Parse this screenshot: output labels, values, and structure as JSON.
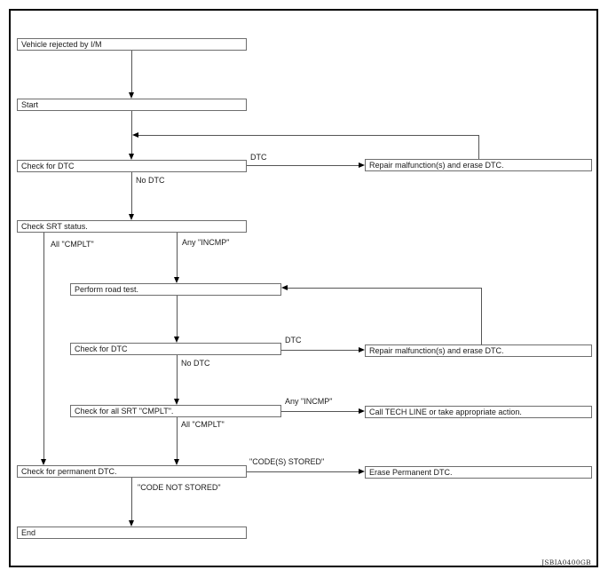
{
  "diagram": {
    "figure_code": "JSBIA0400GB",
    "colors": {
      "ink": "#000000",
      "box_border": "#6e6e6e",
      "line": "#555555",
      "background": "#ffffff"
    },
    "nodes": {
      "vehicle_rejected": {
        "label": "Vehicle rejected by I/M"
      },
      "start": {
        "label": "Start"
      },
      "check_dtc_1": {
        "label": "Check for DTC"
      },
      "check_srt": {
        "label": "Check SRT status."
      },
      "perform_road_test": {
        "label": "Perform road test."
      },
      "check_dtc_2": {
        "label": "Check for DTC"
      },
      "check_all_srt": {
        "label": "Check for all SRT \"CMPLT\"."
      },
      "check_permanent": {
        "label": "Check for permanent DTC."
      },
      "end": {
        "label": "End"
      },
      "repair_1": {
        "label": "Repair malfunction(s) and erase DTC."
      },
      "repair_2": {
        "label": "Repair malfunction(s) and erase DTC."
      },
      "call_tech_line": {
        "label": "Call TECH LINE or take appropriate action."
      },
      "erase_permanent": {
        "label": "Erase Permanent DTC."
      }
    },
    "edge_labels": {
      "dtc_1": "DTC",
      "no_dtc_1": "No DTC",
      "all_cmplt_1": "All \"CMPLT\"",
      "any_incmp_1": "Any \"INCMP\"",
      "dtc_2": "DTC",
      "no_dtc_2": "No DTC",
      "any_incmp_2": "Any \"INCMP\"",
      "all_cmplt_2": "All \"CMPLT\"",
      "codes_stored": "\"CODE(S) STORED\"",
      "code_not_stored": "\"CODE NOT STORED\""
    }
  }
}
